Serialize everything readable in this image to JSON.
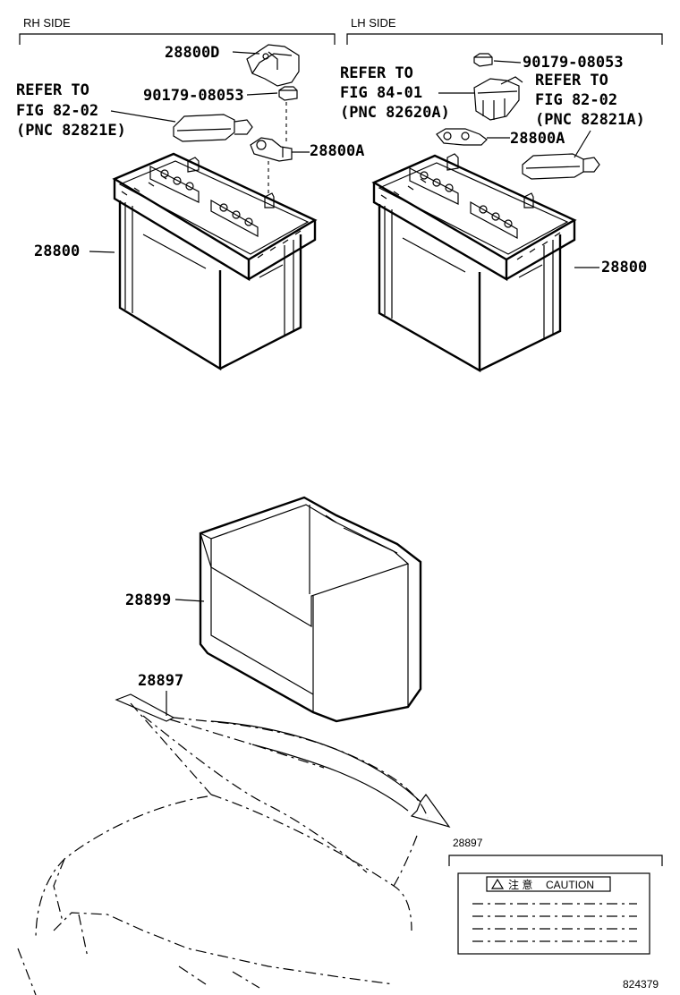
{
  "sections": {
    "rh_side": "RH SIDE",
    "lh_side": "LH SIDE"
  },
  "rh": {
    "cover_part": "28800D",
    "nut_part": "90179-08053",
    "terminal_part": "28800A",
    "battery_part": "28800",
    "refer_line1": "REFER TO",
    "refer_line2": "FIG 82-02",
    "refer_line3": "(PNC 82821E)"
  },
  "lh": {
    "nut_part": "90179-08053",
    "terminal_part": "28800A",
    "battery_part": "28800",
    "refer_a_line1": "REFER TO",
    "refer_a_line2": "FIG 84-01",
    "refer_a_line3": "(PNC 82620A)",
    "refer_b_line1": "REFER TO",
    "refer_b_line2": "FIG 82-02",
    "refer_b_line3": "(PNC 82821A)"
  },
  "tray": {
    "part": "28899"
  },
  "label": {
    "part": "28897",
    "detail_part": "28897",
    "caution_text": "CAUTION",
    "caution_kanji": "注 意"
  },
  "figure_id": "824379"
}
